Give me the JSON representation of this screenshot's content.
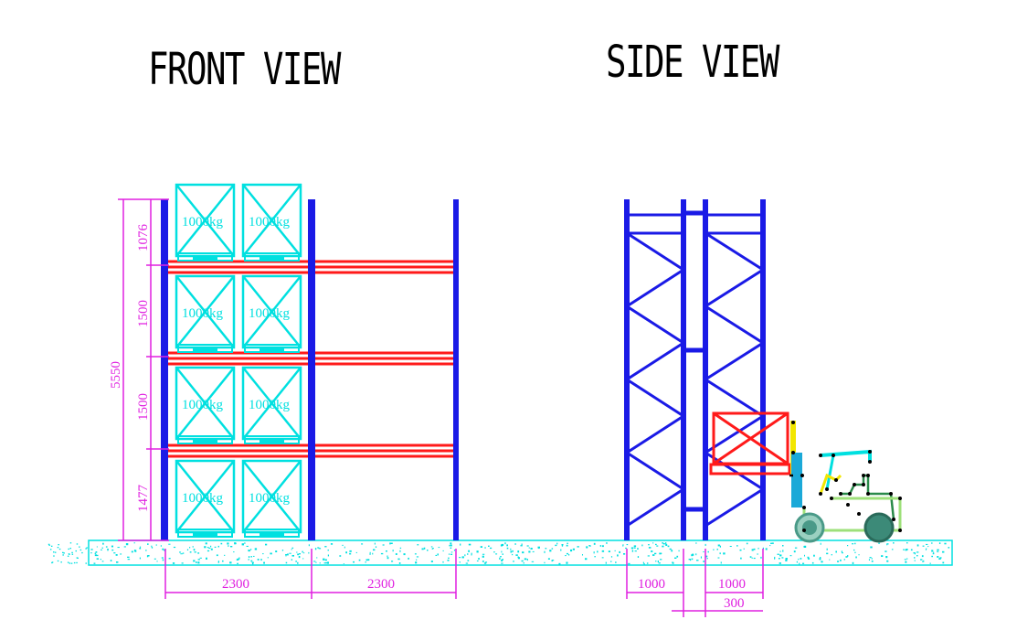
{
  "titles": {
    "front": "FRONT VIEW",
    "side": "SIDE VIEW"
  },
  "load_label": "1000kg",
  "front_dims": {
    "total_height": "5550",
    "levels": [
      "1076",
      "1500",
      "1500",
      "1477"
    ],
    "bay_widths": [
      "2300",
      "2300"
    ]
  },
  "side_dims": {
    "depths": [
      "1000",
      "1000"
    ],
    "gap": "300"
  },
  "colors": {
    "upright": "#1a1ae6",
    "beam": "#ff1a1a",
    "pallet": "#00e0e0",
    "dimension": "#e020e0",
    "floor": "#00e0e0"
  }
}
